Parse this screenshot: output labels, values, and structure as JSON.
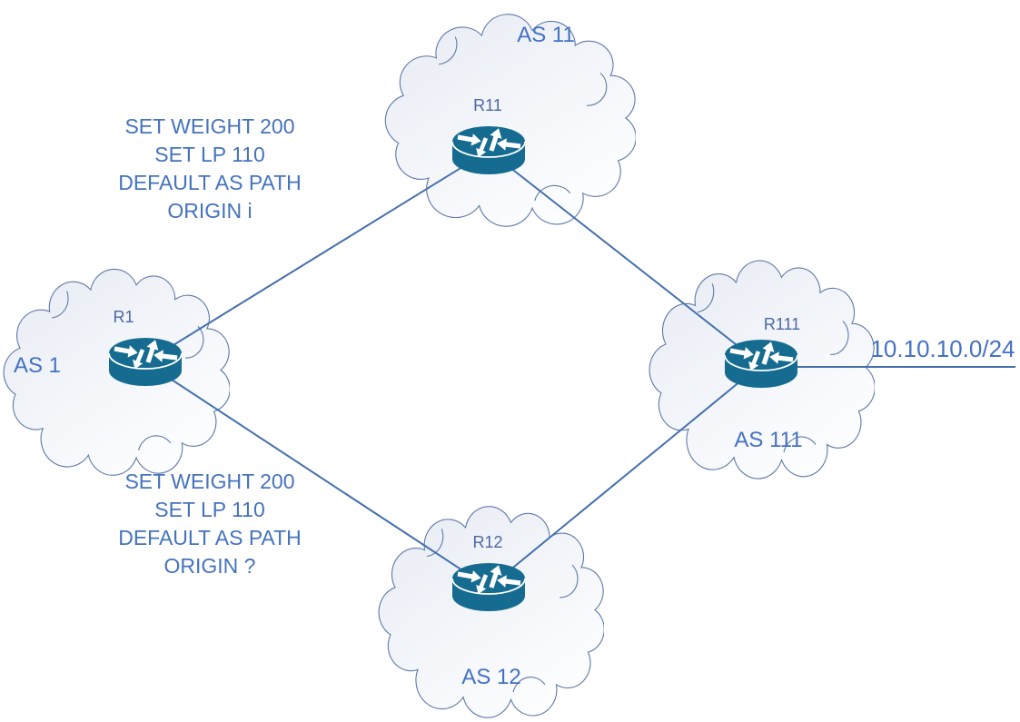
{
  "colors": {
    "text_blue": "#4472C4",
    "policy_text": "#4573BD",
    "router_label": "#4C68A4",
    "connection_line": "#4470AD",
    "router_fill": "#166C90",
    "cloud_outline": "#5F79A9",
    "cloud_fill_light": "#E7EBF3",
    "cloud_fill_white": "#FDFEFF"
  },
  "clouds": [
    {
      "name": "as1",
      "label": "AS 1"
    },
    {
      "name": "as11",
      "label": "AS 11"
    },
    {
      "name": "as111",
      "label": "AS 111"
    },
    {
      "name": "as12",
      "label": "AS 12"
    }
  ],
  "routers": [
    {
      "name": "r1",
      "label": "R1",
      "as": "AS 1"
    },
    {
      "name": "r11",
      "label": "R11",
      "as": "AS 11"
    },
    {
      "name": "r111",
      "label": "R111",
      "as": "AS 111"
    },
    {
      "name": "r12",
      "label": "R12",
      "as": "AS 12"
    }
  ],
  "links": [
    {
      "from": "R1",
      "to": "R11"
    },
    {
      "from": "R11",
      "to": "R111"
    },
    {
      "from": "R1",
      "to": "R12"
    },
    {
      "from": "R12",
      "to": "R111"
    },
    {
      "from": "R111",
      "to": "10.10.10.0/24",
      "type": "stub-network"
    }
  ],
  "annotations": {
    "policy_top": {
      "lines": [
        "SET WEIGHT 200",
        "SET LP 110",
        "DEFAULT AS PATH",
        "ORIGIN i"
      ]
    },
    "policy_bottom": {
      "lines": [
        "SET WEIGHT 200",
        "SET LP 110",
        "DEFAULT AS PATH",
        "ORIGIN ?"
      ]
    },
    "prefix_label": "10.10.10.0/24"
  }
}
